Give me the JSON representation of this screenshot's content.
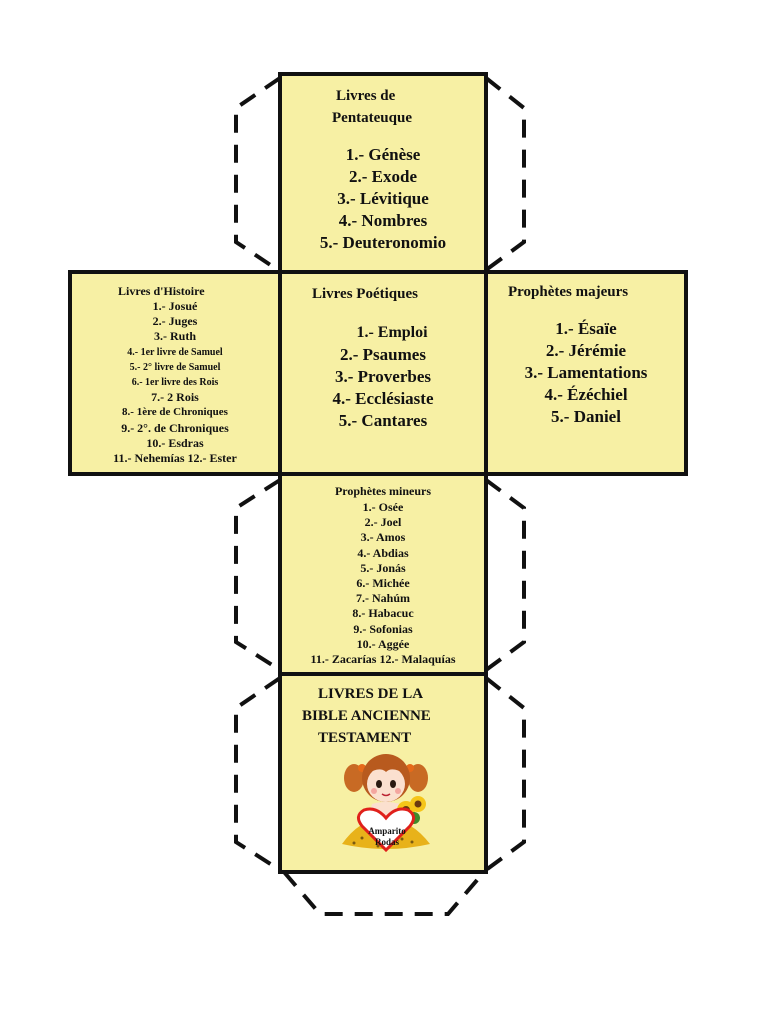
{
  "faces": {
    "pentateuque": {
      "title_line1": "Livres  de",
      "title_line2": "Pentateuque",
      "items": [
        "1.- Génèse",
        "2.- Exode",
        "3.-  Lévitique",
        "4.- Nombres",
        "5.- Deuteronomio"
      ]
    },
    "histoire": {
      "title": "Livres  d'Histoire",
      "items": [
        "1.- Josué",
        "2.- Juges",
        "3.-  Ruth",
        "4.- 1er livre de Samuel",
        "5.- 2° livre de Samuel",
        "6.- 1er livre des Rois",
        "7.- 2 Rois",
        "8.- 1ère de Chroniques",
        "9.- 2°. de Chroniques",
        "10.- Esdras",
        "11.- Nehemías 12.- Ester"
      ]
    },
    "poetiques": {
      "title": "Livres  Poétiques",
      "items": [
        "1.- Emploi",
        "2.- Psaumes",
        "3.- Proverbes",
        "4.- Ecclésiaste",
        "5.- Cantares"
      ]
    },
    "majeurs": {
      "title": "Prophètes majeurs",
      "items": [
        "1.- Ésaïe",
        "2.- Jérémie",
        "3.-  Lamentations",
        "4.- Ézéchiel",
        "5.- Daniel"
      ]
    },
    "mineurs": {
      "title": "Prophètes mineurs",
      "items": [
        "1.- Osée",
        "2.- Joel",
        "3.-  Amos",
        "4.- Abdias",
        "5.- Jonás",
        "6.- Michée",
        "7.- Nahúm",
        "8.- Habacuc",
        "9.- Sofonias",
        "10.- Aggée",
        "11.- Zacarías 12.- Malaquías"
      ]
    },
    "cover": {
      "line1": "LIVRES DE LA",
      "line2": "BIBLE ANCIENNE",
      "line3": "TESTAMENT",
      "badge_line1": "Amparito",
      "badge_line2": "Rodas"
    }
  },
  "colors": {
    "face": "#f7f0a4",
    "border": "#111111",
    "heart": "#e0201b"
  }
}
